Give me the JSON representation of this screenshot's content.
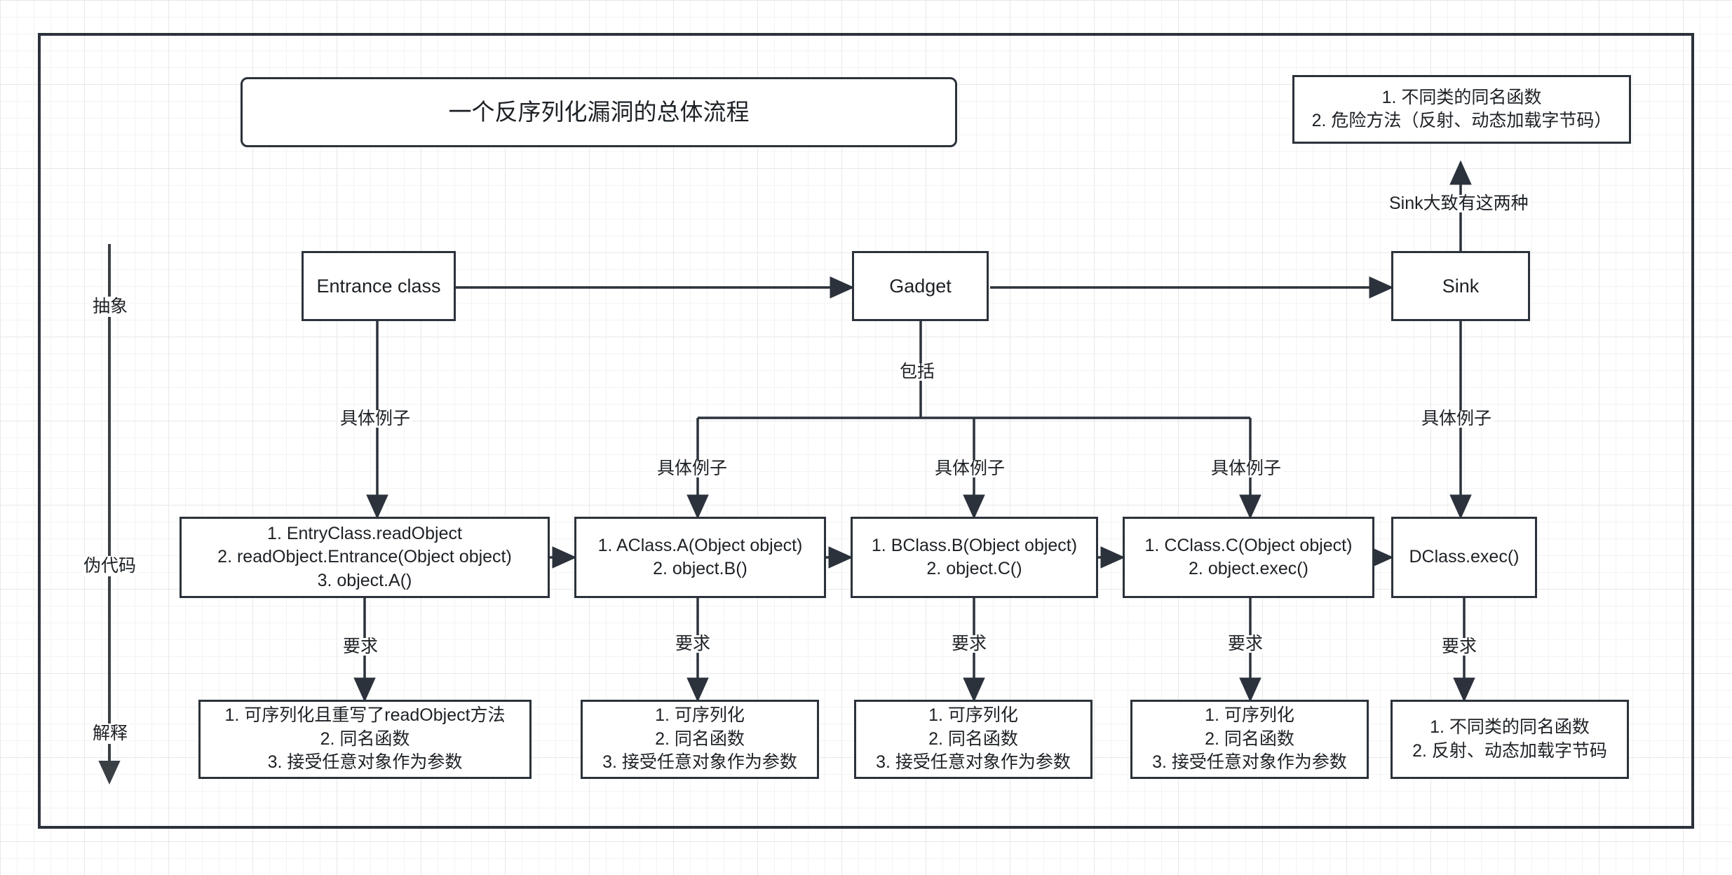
{
  "diagram": {
    "title_box": "一个反序列化漏洞的总体流程",
    "frame": {
      "border_color": "#2b323b"
    },
    "axis": {
      "name": "abstraction-axis",
      "labels": [
        "抽象",
        "伪代码",
        "解释"
      ]
    },
    "abstract_row": {
      "entrance": "Entrance class",
      "gadget": "Gadget",
      "sink": "Sink"
    },
    "info_box": "1. 不同类的同名函数\n2. 危险方法（反射、动态加载字节码）",
    "code_row": [
      "1. EntryClass.readObject\n2. readObject.Entrance(Object object)\n3. object.A()",
      "1. AClass.A(Object object)\n2. object.B()",
      "1. BClass.B(Object object)\n2. object.C()",
      "1. CClass.C(Object object)\n2. object.exec()",
      "DClass.exec()"
    ],
    "explain_row": [
      "1. 可序列化且重写了readObject方法\n2. 同名函数\n3. 接受任意对象作为参数",
      "1. 可序列化\n2. 同名函数\n3. 接受任意对象作为参数",
      "1. 可序列化\n2. 同名函数\n3. 接受任意对象作为参数",
      "1. 可序列化\n2. 同名函数\n3. 接受任意对象作为参数",
      "1. 不同类的同名函数\n2. 反射、动态加载字节码"
    ],
    "edge_labels": {
      "sink_two_kinds": "Sink大致有这两种",
      "includes": "包括",
      "example_entrance": "具体例子",
      "example_a": "具体例子",
      "example_b": "具体例子",
      "example_c": "具体例子",
      "example_sink": "具体例子",
      "require_1": "要求",
      "require_2": "要求",
      "require_3": "要求",
      "require_4": "要求",
      "require_5": "要求"
    }
  }
}
